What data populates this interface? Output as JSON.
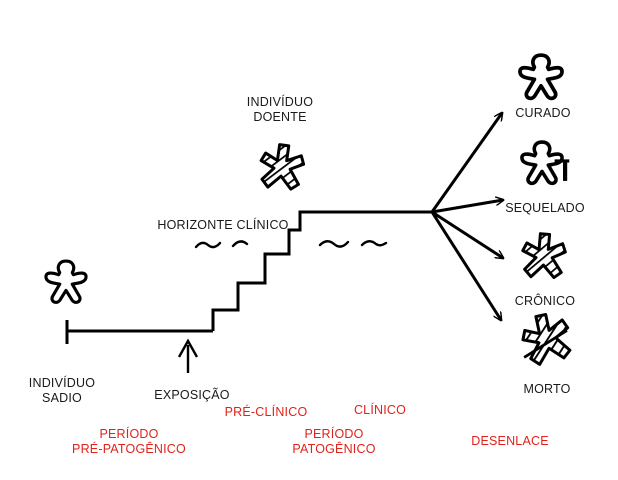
{
  "labels": {
    "doente": [
      "INDIVÍDUO",
      "DOENTE"
    ],
    "sadio": [
      "INDIVÍDUO",
      "SADIO"
    ],
    "horizonte": "HORIZONTE CLÍNICO",
    "exposicao": "EXPOSIÇÃO",
    "curado": "CURADO",
    "sequelado": "SEQUELADO",
    "cronico": "CRÔNICO",
    "morto": "MORTO"
  },
  "periods": {
    "pre_clinico": "PRÉ-CLÍNICO",
    "clinico": "CLÍNICO",
    "pre_patogenico": [
      "PERÍODO",
      "PRÉ-PATOGÊNICO"
    ],
    "patogenico": [
      "PERÍODO",
      "PATOGÊNICO"
    ],
    "desenlace": "DESENLACE"
  },
  "colors": {
    "ink": "#000000",
    "text": "#1a1a1a",
    "period_red": "#e0221b"
  },
  "icons": {
    "healthy": "person-outline-icon",
    "sick": "person-hatched-icon",
    "cured": "person-outline-icon",
    "sequela": "person-injured-icon",
    "chronic": "person-hatched-icon",
    "dead": "person-crossed-icon"
  }
}
